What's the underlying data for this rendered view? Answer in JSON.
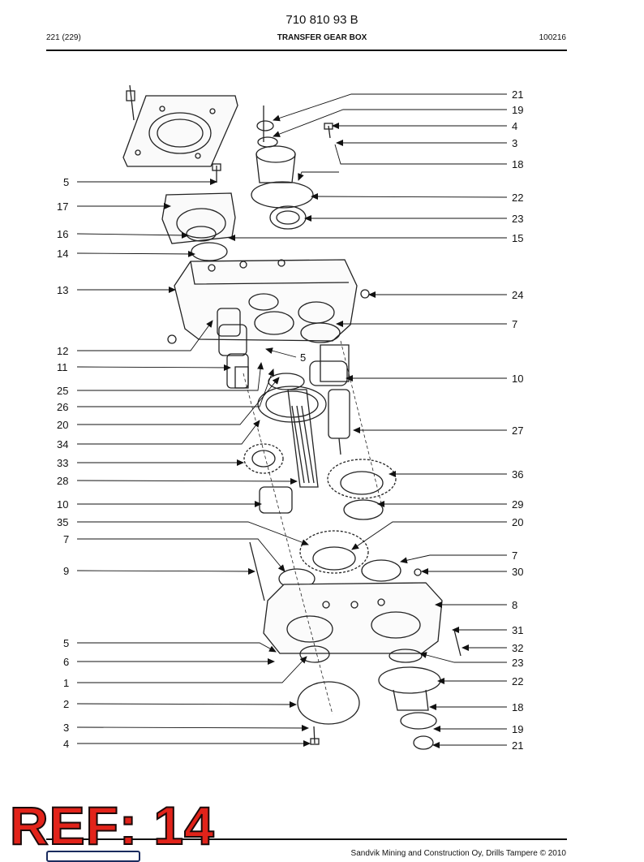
{
  "header": {
    "doc_number": "710 810 93 B",
    "page_ref": "221 (229)",
    "title": "TRANSFER GEAR BOX",
    "code": "100216"
  },
  "callouts_left": [
    "5",
    "17",
    "16",
    "14",
    "13",
    "12",
    "11",
    "25",
    "26",
    "20",
    "34",
    "33",
    "28",
    "10",
    "35",
    "7",
    "9",
    "5",
    "6",
    "1",
    "2",
    "3",
    "4"
  ],
  "callouts_right": [
    "21",
    "19",
    "4",
    "3",
    "18",
    "22",
    "23",
    "15",
    "24",
    "7",
    "10",
    "27",
    "36",
    "29",
    "20",
    "7",
    "30",
    "8",
    "31",
    "32",
    "23",
    "22",
    "18",
    "19",
    "21"
  ],
  "callout_inner": "5",
  "footer": {
    "stamp": "REF: 14",
    "copyright": "Sandvik Mining and Construction Oy, Drills Tampere © 2010"
  },
  "colors": {
    "stamp": "#e2231a",
    "stamp_outline": "#1b0a0a",
    "logo": "#1a2b5e",
    "ink": "#111111"
  }
}
